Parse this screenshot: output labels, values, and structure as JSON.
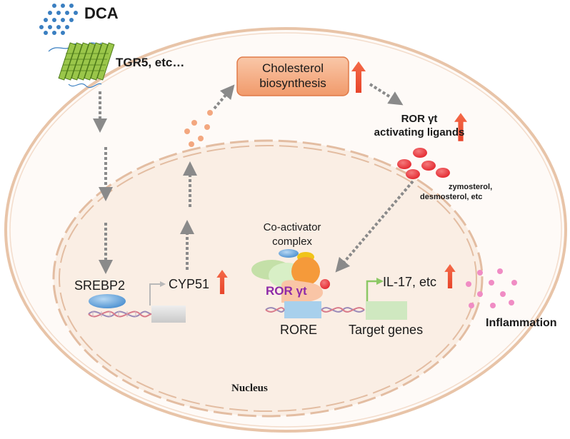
{
  "labels": {
    "dca": "DCA",
    "receptor": "TGR5, etc…",
    "cholesterol_line1": "Cholesterol",
    "cholesterol_line2": "biosynthesis",
    "ror_ligands_line1": "ROR γt",
    "ror_ligands_line2": "activating ligands",
    "sterols_line1": "zymosterol,",
    "sterols_line2": "desmosterol, etc",
    "coactivator_line1": "Co-activator",
    "coactivator_line2": "complex",
    "srebp2": "SREBP2",
    "cyp51": "CYP51",
    "ror_gt": "ROR γt",
    "il17": "IL-17, etc",
    "rore": "RORE",
    "target_genes": "Target genes",
    "inflammation": "Inflammation",
    "nucleus": "Nucleus"
  },
  "colors": {
    "cell_membrane": "#e8c4a8",
    "cytoplasm": "#fefaf7",
    "nucleus_fill": "#faeee4",
    "dca_dots": "#3a7fc1",
    "receptor_green": "#9ac64a",
    "cholesterol_box": "#f3a37a",
    "up_arrow": "#f05a3c",
    "ligand_red": "#e8393f",
    "inflammation_pink": "#f08cc4",
    "ror_text": "#8e2aa8",
    "gene_arrow_green": "#8cc865",
    "arrow_gray": "#8a8a8a"
  },
  "icons": [
    "up-arrow-icon",
    "dotted-arrow-icon",
    "dna-icon",
    "receptor-icon"
  ]
}
